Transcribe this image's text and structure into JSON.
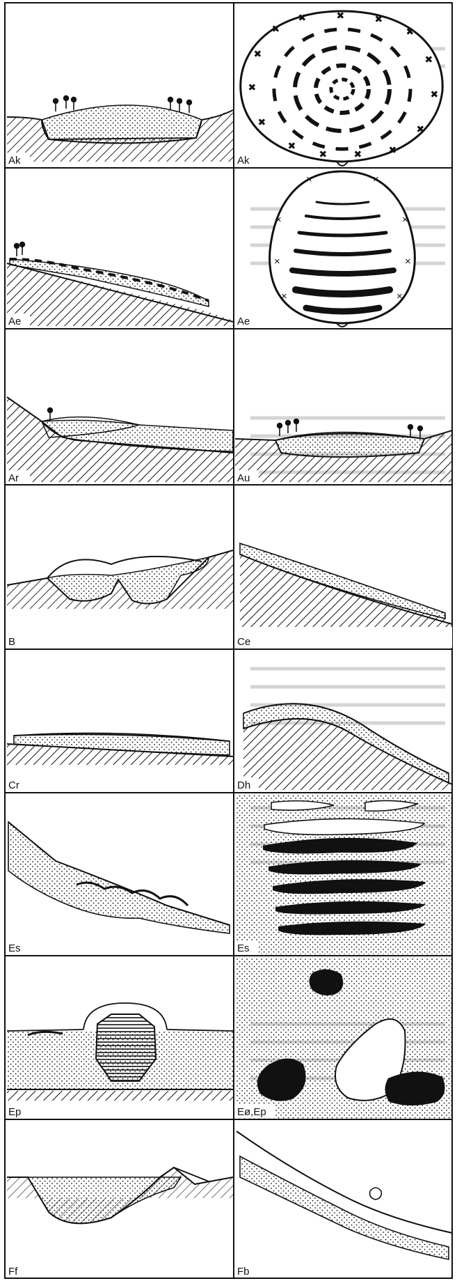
{
  "panels": [
    {
      "id": "r1c1",
      "label": "Ak"
    },
    {
      "id": "r1c2",
      "label": "Ak"
    },
    {
      "id": "r2c1",
      "label": "Ae"
    },
    {
      "id": "r2c2",
      "label": "Ae"
    },
    {
      "id": "r3c1",
      "label": "Ar"
    },
    {
      "id": "r3c2",
      "label": "Au"
    },
    {
      "id": "r4c1",
      "label": "B"
    },
    {
      "id": "r4c2",
      "label": "Ce"
    },
    {
      "id": "r5c1",
      "label": "Cr"
    },
    {
      "id": "r5c2",
      "label": "Dh"
    },
    {
      "id": "r6c1",
      "label": "Es"
    },
    {
      "id": "r6c2",
      "label": "Es"
    },
    {
      "id": "r7c1",
      "label": "Ep"
    },
    {
      "id": "r7c2",
      "label": "Eø,Ep"
    },
    {
      "id": "r8c1",
      "label": "Ff"
    },
    {
      "id": "r8c2",
      "label": "Fb"
    }
  ],
  "colors": {
    "ink": "#111111",
    "paper": "#ffffff",
    "background_text": "#c8c8c8"
  }
}
